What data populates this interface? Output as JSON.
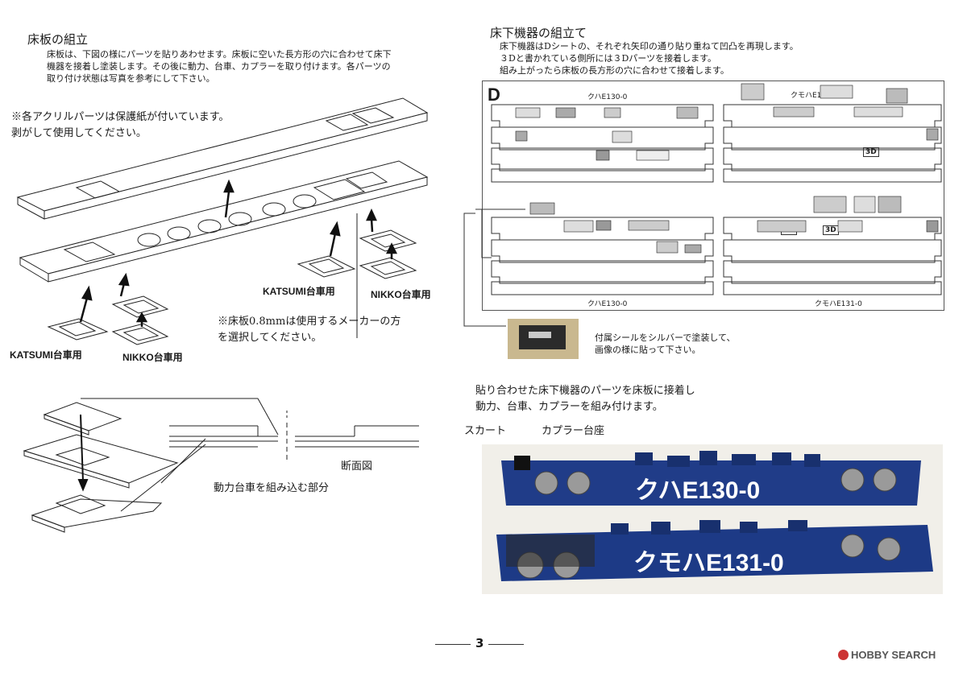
{
  "left": {
    "floor_title": "床板の組立",
    "floor_body": [
      "床板は、下図の様にパーツを貼りあわせます。床板に空いた長方形の穴に合わせて床下",
      "機器を接着し塗装します。その後に動力、台車、カプラーを取り付けます。各パーツの",
      "取り付け状態は写真を参考にして下さい。"
    ],
    "acrylic_note": [
      "※各アクリルパーツは保護紙が付いています。",
      "剥がして使用してください。"
    ],
    "katsumi_upper": "KATSUMI台車用",
    "nikko_upper": "NIKKO台車用",
    "katsumi_lower": "KATSUMI台車用",
    "nikko_lower": "NIKKO台車用",
    "thickness_note": [
      "※床板0.8mmは使用するメーカーの方",
      "を選択してください。"
    ],
    "section_label": "断面図",
    "power_label": "動力台車を組み込む部分"
  },
  "right": {
    "underfloor_title": "床下機器の組立て",
    "underfloor_body": [
      "床下機器はDシートの、それぞれ矢印の通り貼り重ねて凹凸を再現します。",
      "３Dと書かれている側所には３Dパーツを接着します。",
      "組み上がったら床板の長方形の穴に合わせて接着します。"
    ],
    "sheet_letter": "D",
    "sheet_tl": "クハE130-0",
    "sheet_tr": "クモハE131-0",
    "sheet_bl": "クハE130-0",
    "sheet_br": "クモハE131-0",
    "mark_3d": "3D",
    "seal_note": [
      "付属シールをシルバーで塗装して、",
      "画像の様に貼って下さい。"
    ],
    "assembly_note": [
      "貼り合わせた床下機器のパーツを床板に接着し",
      "動力、台車、カプラーを組み付けます。"
    ],
    "skirt_label": "スカート",
    "coupler_label": "カプラー台座",
    "car1": "クハE130-0",
    "car2": "クモハE131-0"
  },
  "footer": {
    "page": "3",
    "brand": "HOBBY SEARCH"
  }
}
